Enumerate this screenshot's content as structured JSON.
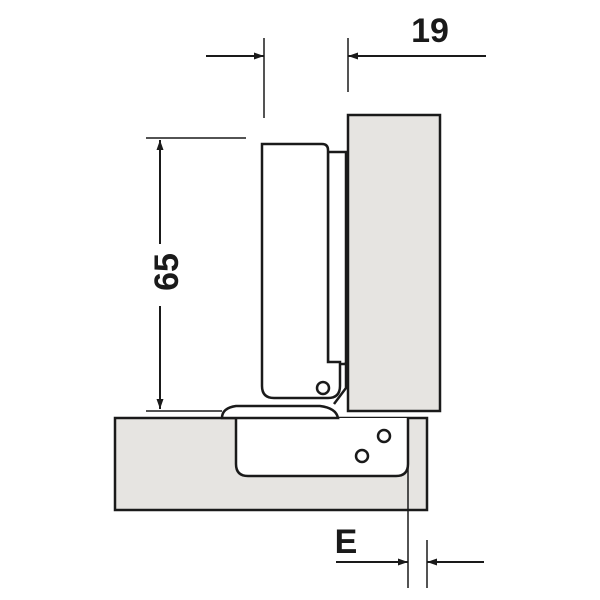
{
  "dimensions": {
    "top_width": "19",
    "height": "65",
    "offset": "E"
  },
  "colors": {
    "line": "#1a1a1a",
    "panel_fill": "#e6e4e1",
    "hinge_fill": "#ffffff",
    "background": "#ffffff"
  }
}
